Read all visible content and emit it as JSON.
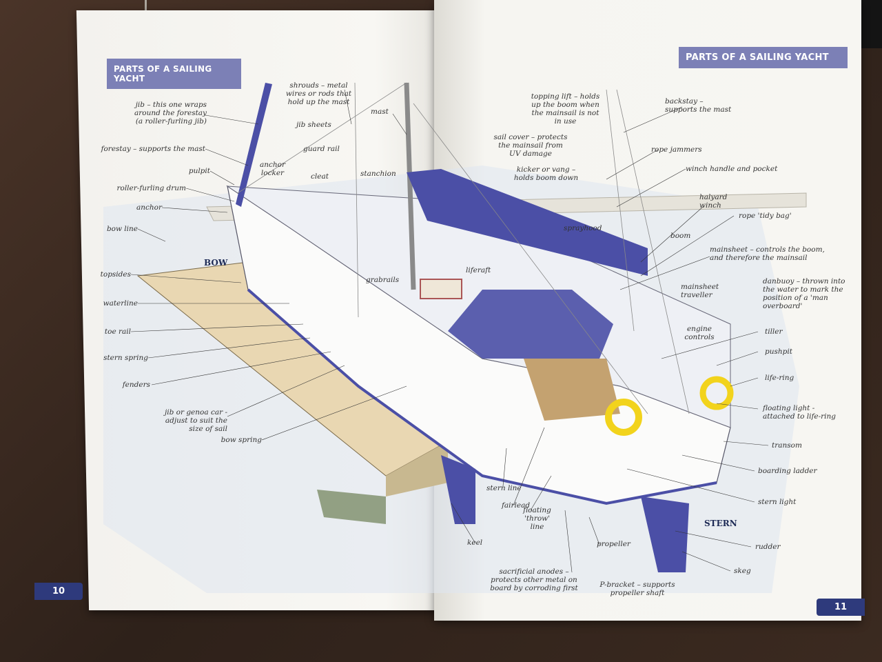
{
  "page_left": {
    "header": "PARTS OF A SAILING YACHT",
    "page_number": "10"
  },
  "page_right": {
    "header": "PARTS OF A SAILING YACHT",
    "page_number": "11"
  },
  "hull_labels": {
    "bow": "BOW",
    "stern": "STERN"
  },
  "labels_left": [
    {
      "id": "jib",
      "text": "jib – this one wraps\naround the forestay\n(a roller-furling jib)"
    },
    {
      "id": "forestay",
      "text": "forestay – supports the mast"
    },
    {
      "id": "pulpit",
      "text": "pulpit"
    },
    {
      "id": "roller-furling-drum",
      "text": "roller-furling drum"
    },
    {
      "id": "anchor",
      "text": "anchor"
    },
    {
      "id": "bow-line",
      "text": "bow line"
    },
    {
      "id": "topsides",
      "text": "topsides"
    },
    {
      "id": "waterline",
      "text": "waterline"
    },
    {
      "id": "toe-rail",
      "text": "toe rail"
    },
    {
      "id": "stern-spring",
      "text": "stern spring"
    },
    {
      "id": "fenders",
      "text": "fenders"
    },
    {
      "id": "jib-genoa-car",
      "text": "jib or genoa car -\nadjust to suit the\nsize of sail"
    },
    {
      "id": "bow-spring",
      "text": "bow spring"
    },
    {
      "id": "shrouds",
      "text": "shrouds – metal\nwires or rods that\nhold up the mast"
    },
    {
      "id": "jib-sheets",
      "text": "jib sheets"
    },
    {
      "id": "guard-rail",
      "text": "guard rail"
    },
    {
      "id": "anchor-locker",
      "text": "anchor\nlocker"
    },
    {
      "id": "cleat",
      "text": "cleat"
    },
    {
      "id": "stanchion",
      "text": "stanchion"
    },
    {
      "id": "mast",
      "text": "mast"
    },
    {
      "id": "grabrails",
      "text": "grabrails"
    }
  ],
  "labels_right": [
    {
      "id": "topping-lift",
      "text": "topping lift – holds\nup the boom when\nthe  mainsail is not\nin use"
    },
    {
      "id": "backstay",
      "text": "backstay –\nsupports the mast"
    },
    {
      "id": "sail-cover",
      "text": "sail cover – protects\nthe mainsail from\nUV damage"
    },
    {
      "id": "rope-jammers",
      "text": "rope jammers"
    },
    {
      "id": "kicker",
      "text": "kicker or vang –\nholds boom down"
    },
    {
      "id": "winch-handle",
      "text": "winch handle and pocket"
    },
    {
      "id": "halyard-winch",
      "text": "halyard\nwinch"
    },
    {
      "id": "rope-tidy-bag",
      "text": "rope 'tidy bag'"
    },
    {
      "id": "sprayhood",
      "text": "sprayhood"
    },
    {
      "id": "boom",
      "text": "boom"
    },
    {
      "id": "mainsheet",
      "text": "mainsheet – controls the boom,\nand therefore the mainsail"
    },
    {
      "id": "liferaft",
      "text": "liferaft"
    },
    {
      "id": "mainsheet-traveller",
      "text": "mainsheet\ntraveller"
    },
    {
      "id": "danbuoy",
      "text": "danbuoy – thrown into\nthe water to mark the\nposition of a 'man\noverboard'"
    },
    {
      "id": "engine-controls",
      "text": "engine\ncontrols"
    },
    {
      "id": "tiller",
      "text": "tiller"
    },
    {
      "id": "pushpit",
      "text": "pushpit"
    },
    {
      "id": "life-ring",
      "text": "life-ring"
    },
    {
      "id": "floating-light",
      "text": "floating light -\nattached to life-ring"
    },
    {
      "id": "transom",
      "text": "transom"
    },
    {
      "id": "boarding-ladder",
      "text": "boarding ladder"
    },
    {
      "id": "stern-light",
      "text": "stern light"
    },
    {
      "id": "stern-line",
      "text": "stern line"
    },
    {
      "id": "fairlead",
      "text": "fairlead"
    },
    {
      "id": "floating-throw-line",
      "text": "floating\n'throw'\nline"
    },
    {
      "id": "keel",
      "text": "keel"
    },
    {
      "id": "propeller",
      "text": "propeller"
    },
    {
      "id": "rudder",
      "text": "rudder"
    },
    {
      "id": "skeg",
      "text": "skeg"
    },
    {
      "id": "sacrificial-anodes",
      "text": "sacrificial anodes –\nprotects other metal on\nboard by corroding first"
    },
    {
      "id": "p-bracket",
      "text": "P-bracket – supports\npropeller shaft"
    }
  ],
  "colors": {
    "header_band": "#7c80b6",
    "page_number_band": "#2e3a7c",
    "sail_blue": "#4b4fa6",
    "page_paper": "#f7f6f2"
  }
}
